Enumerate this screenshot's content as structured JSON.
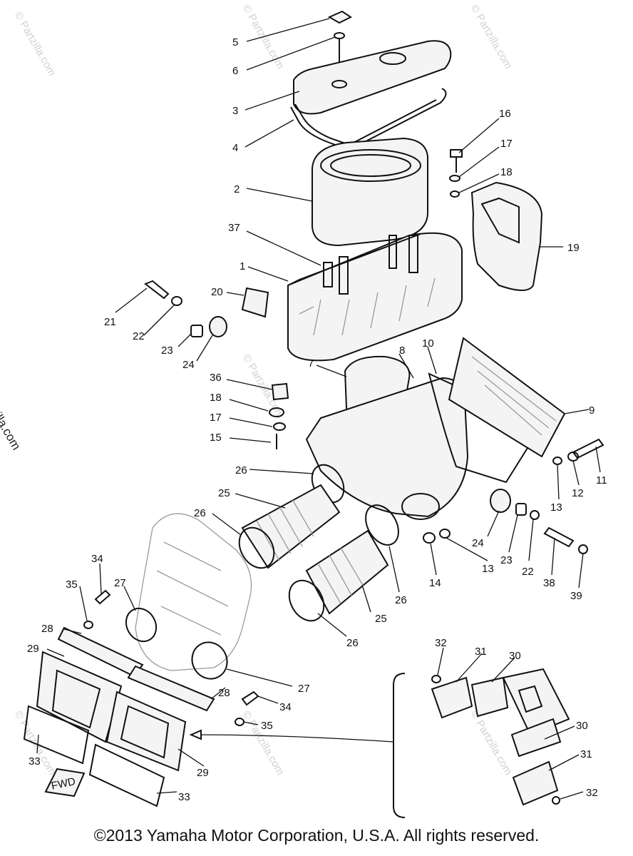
{
  "watermark": "© Partzilla.com",
  "copyright": "©2013 Yamaha Motor Corporation, U.S.A. All rights reserved.",
  "fwd_label": "FWD",
  "callouts": [
    "5",
    "6",
    "3",
    "4",
    "2",
    "37",
    "1",
    "16",
    "17",
    "18",
    "19",
    "21",
    "22",
    "20",
    "23",
    "24",
    "7",
    "8",
    "10",
    "9",
    "36",
    "18",
    "17",
    "15",
    "26",
    "25",
    "26",
    "24",
    "23",
    "22",
    "38",
    "39",
    "11",
    "12",
    "13",
    "13",
    "14",
    "26",
    "25",
    "26",
    "34",
    "35",
    "27",
    "28",
    "29",
    "28",
    "27",
    "34",
    "35",
    "33",
    "29",
    "33",
    "32",
    "31",
    "30",
    "30",
    "31",
    "32"
  ]
}
